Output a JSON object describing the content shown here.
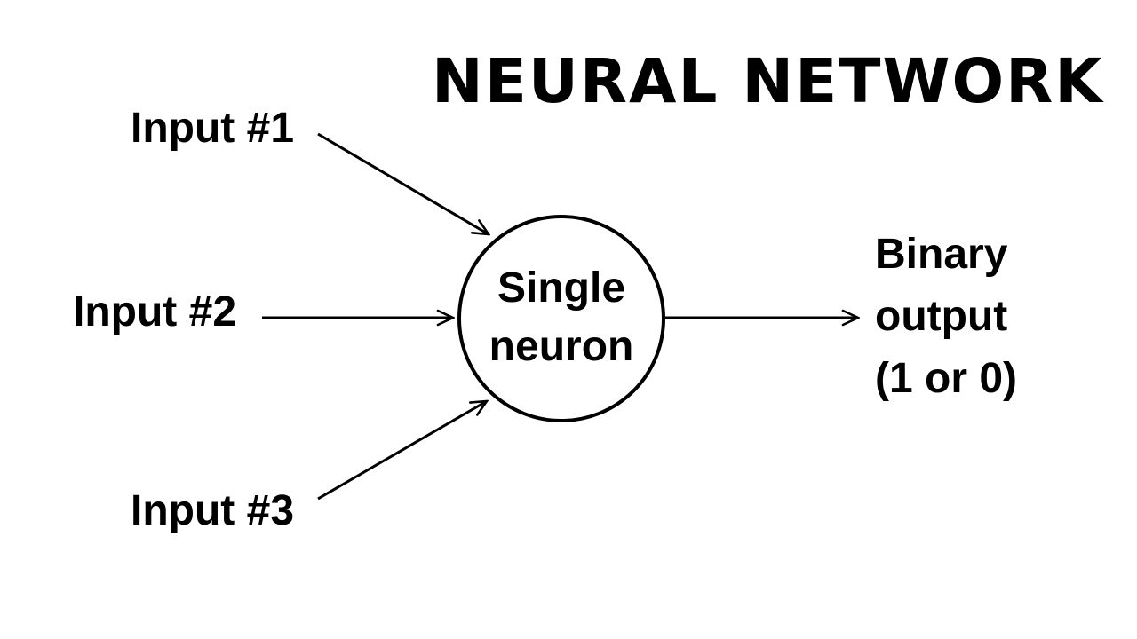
{
  "title": "NEURAL NETWORK",
  "diagram": {
    "inputs": [
      {
        "label": "Input #1"
      },
      {
        "label": "Input #2"
      },
      {
        "label": "Input #3"
      }
    ],
    "node": {
      "lines": [
        "Single",
        "neuron"
      ]
    },
    "output": {
      "lines": [
        "Binary",
        "output",
        "(1 or 0)"
      ]
    }
  },
  "colors": {
    "ink": "#000000",
    "background": "#ffffff"
  }
}
